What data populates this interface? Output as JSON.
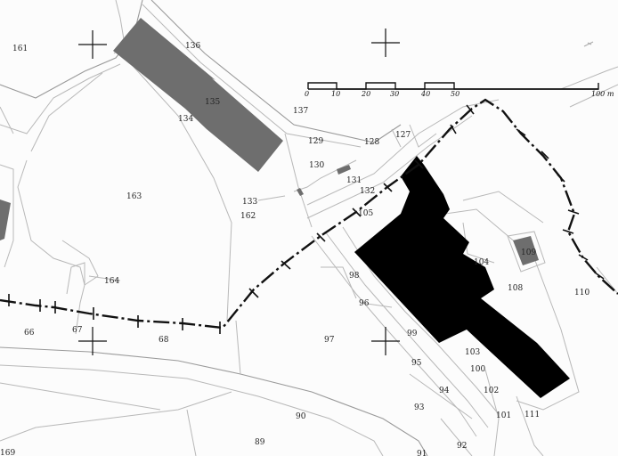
{
  "map": {
    "parcel_labels": [
      "161",
      "136",
      "135",
      "134",
      "137",
      "129",
      "128",
      "127",
      "130",
      "131",
      "132",
      "133",
      "162",
      "163",
      "105",
      "104",
      "109",
      "108",
      "110",
      "98",
      "96",
      "99",
      "97",
      "95",
      "94",
      "93",
      "103",
      "100",
      "102",
      "101",
      "111",
      "164",
      "66",
      "67",
      "68",
      "90",
      "89",
      "92",
      "91",
      "169"
    ],
    "scale_bar": {
      "labels": [
        "0",
        "10",
        "20",
        "30",
        "40",
        "50",
        "100 m"
      ]
    },
    "colors": {
      "building_grey": "#6e6e6e",
      "building_black": "#000000",
      "boundary": "#111111",
      "parcel_line": "#b8b8b8",
      "background": "#fcfcfc"
    }
  }
}
